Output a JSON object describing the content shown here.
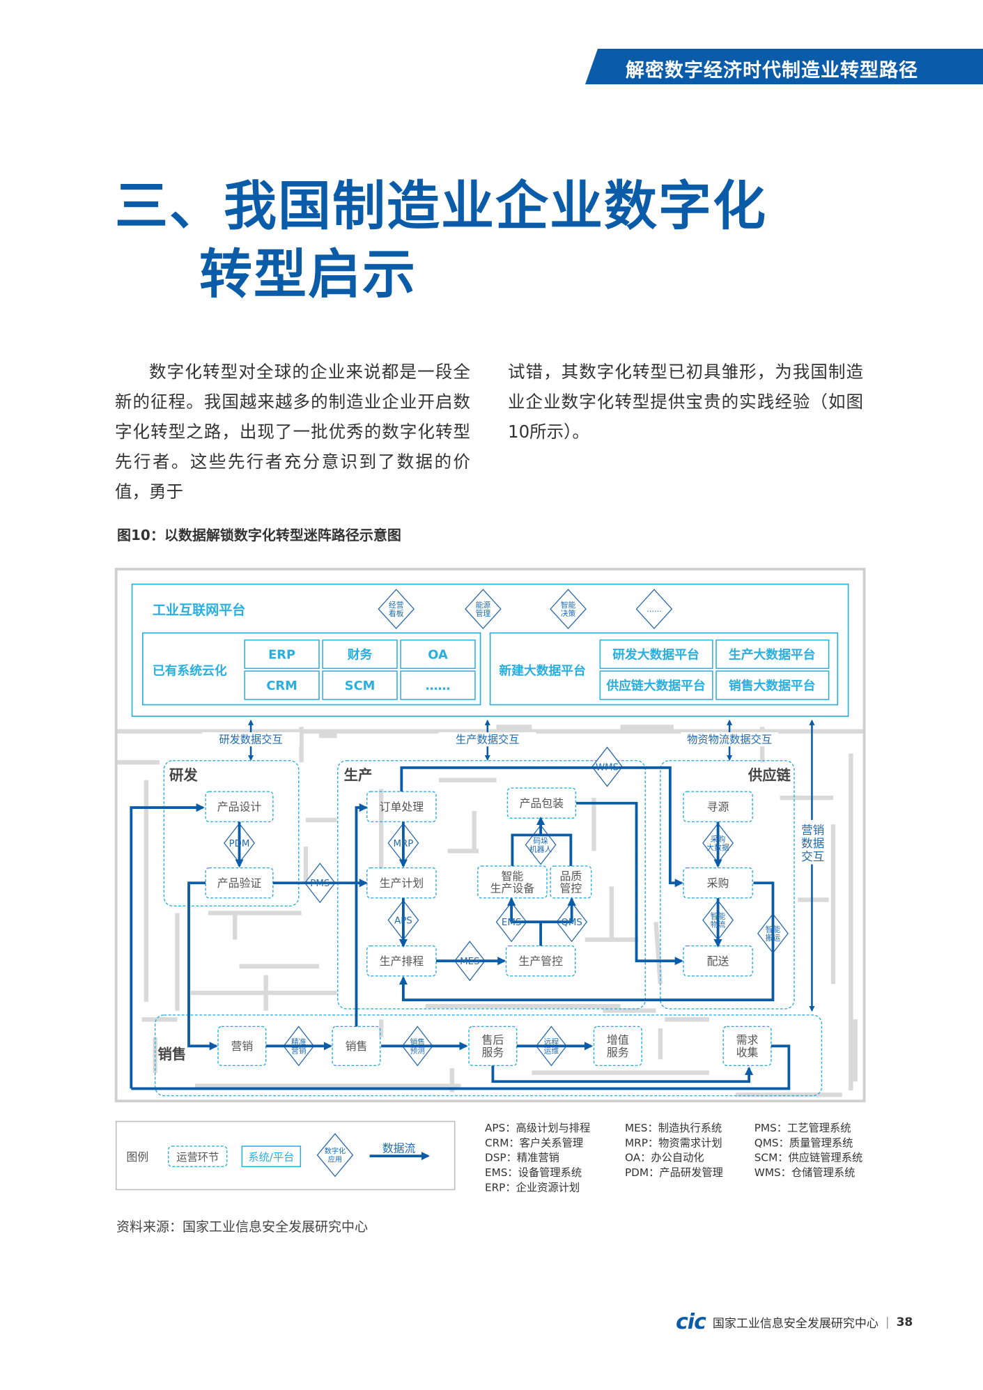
{
  "header": {
    "banner": "解密数字经济时代制造业转型路径"
  },
  "title": {
    "line1": "三、我国制造业企业数字化",
    "line2": "转型启示"
  },
  "body": {
    "left": "数字化转型对全球的企业来说都是一段全新的征程。我国越来越多的制造业企业开启数字化转型之路，出现了一批优秀的数字化转型先行者。这些先行者充分意识到了数据的价值，勇于",
    "right": "试错，其数字化转型已初具雏形，为我国制造业企业数字化转型提供宝贵的实践经验（如图10所示）。"
  },
  "figure": {
    "caption": "图10：以数据解锁数字化转型迷阵路径示意图",
    "platform": {
      "title": "工业互联网平台",
      "apps": [
        "经营\n看板",
        "能源\n管理",
        "智能\n决策",
        "……"
      ],
      "legacy": {
        "title": "已有系统云化",
        "cells": [
          "ERP",
          "财务",
          "OA",
          "CRM",
          "SCM",
          "……"
        ]
      },
      "bigdata": {
        "title": "新建大数据平台",
        "cells": [
          "研发大数据平台",
          "生产大数据平台",
          "供应链大数据平台",
          "销售大数据平台"
        ]
      }
    },
    "exchanges": {
      "rd": "研发数据交互",
      "prod": "生产数据交互",
      "logistics": "物资物流数据交互",
      "marketing": "营销\n数据\n交互"
    },
    "zones": {
      "rd": "研发",
      "prod": "生产",
      "supply": "供应链",
      "sales": "销售"
    },
    "nodes": {
      "design": "产品设计",
      "verify": "产品验证",
      "order": "订单处理",
      "plan": "生产计划",
      "schedule": "生产排程",
      "control": "生产管控",
      "packing": "产品包装",
      "equipment": "智能\n生产设备",
      "quality": "品质\n管控",
      "sourcing": "寻源",
      "purchase": "采购",
      "delivery": "配送",
      "marketing": "营销",
      "sales": "销售",
      "aftersales": "售后\n服务",
      "valueadd": "增值\n服务",
      "demand": "需求\n收集"
    },
    "systems": {
      "pdm": "PDM",
      "pms": "PMS",
      "mrp": "MRP",
      "aps": "APS",
      "mes": "MES",
      "ems": "EMS",
      "qms": "QMS",
      "wms": "WMS",
      "robot": "码垛\n机器人",
      "pbd": "采购\n大数据",
      "slog": "智能\n物流",
      "shandle": "智能\n搬运",
      "dsp": "精准\n营销",
      "forecast": "销售\n预测",
      "remote": "远程\n运维"
    },
    "legend": {
      "title": "图例",
      "operation": "运营环节",
      "system": "系统/平台",
      "app": "数字化\n应用",
      "flow": "数据流"
    },
    "abbreviations": [
      [
        "APS：高级计划与排程",
        "CRM：客户关系管理",
        "DSP：精准营销",
        "EMS：设备管理系统",
        "ERP：企业资源计划"
      ],
      [
        "MES：制造执行系统",
        "MRP：物资需求计划",
        "OA：办公自动化",
        "PDM：产品研发管理"
      ],
      [
        "PMS：工艺管理系统",
        "QMS：质量管理系统",
        "SCM：供应链管理系统",
        "WMS：仓储管理系统"
      ]
    ],
    "source": "资料来源：国家工业信息安全发展研究中心"
  },
  "footer": {
    "logo": "cic",
    "org": "国家工业信息安全发展研究中心",
    "page": "38"
  },
  "colors": {
    "brand": "#0b5ca8",
    "cyan": "#29aee0",
    "maze": "#d9d9d9"
  }
}
